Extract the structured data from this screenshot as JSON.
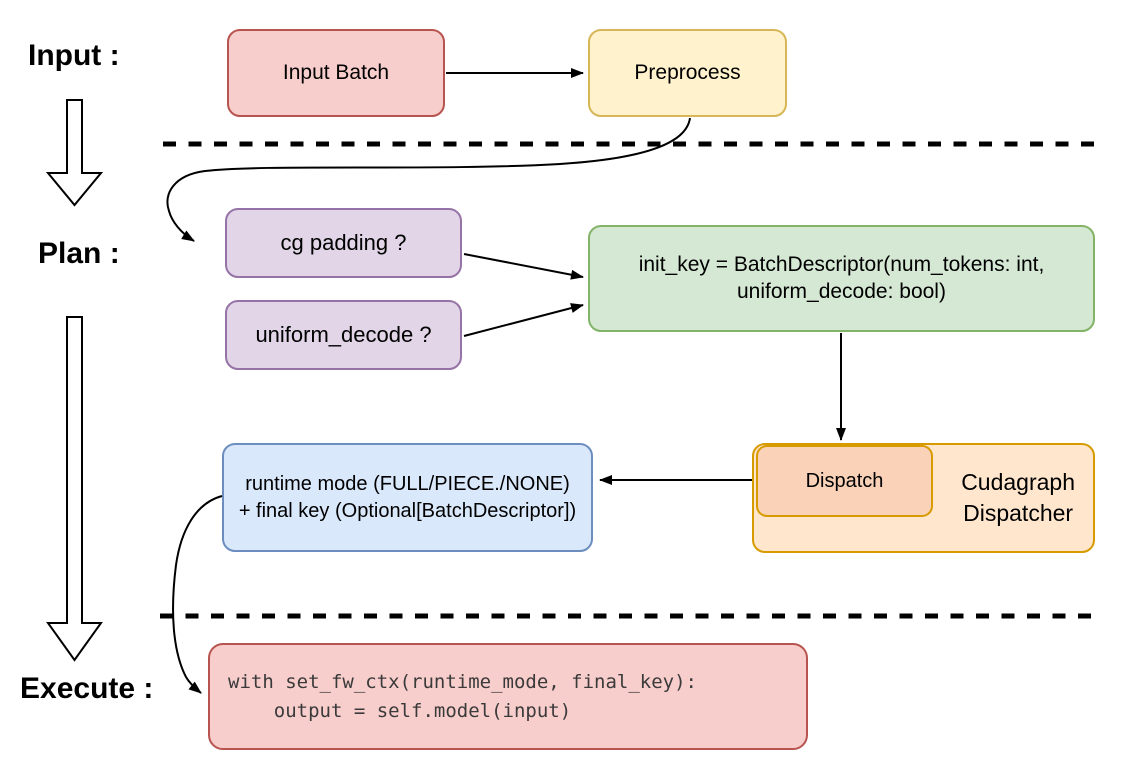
{
  "stage_labels": {
    "input": "Input :",
    "plan": "Plan :",
    "execute": "Execute :"
  },
  "nodes": {
    "input_batch": {
      "label": "Input Batch",
      "fill": "#f8cecc",
      "border": "#b85450"
    },
    "preprocess": {
      "label": "Preprocess",
      "fill": "#fff2cc",
      "border": "#d6b656"
    },
    "cg_padding": {
      "label": "cg padding ?",
      "fill": "#e1d5e7",
      "border": "#9673a6"
    },
    "uniform_decode": {
      "label": "uniform_decode ?",
      "fill": "#e1d5e7",
      "border": "#9673a6"
    },
    "init_key": {
      "label": "init_key = BatchDescriptor(num_tokens: int,\nuniform_decode: bool)",
      "fill": "#d5e8d4",
      "border": "#82b366"
    },
    "cudagraph_dispatcher": {
      "label": "Cudagraph\nDispatcher",
      "fill": "#ffe6cc",
      "border": "#d79b00"
    },
    "dispatch": {
      "label": "Dispatch",
      "fill": "#fad2b8",
      "border": "#d79b00"
    },
    "runtime_mode": {
      "label": "runtime mode (FULL/PIECE./NONE)\n+ final key (Optional[BatchDescriptor])",
      "fill": "#dae8fc",
      "border": "#6c8ebf"
    },
    "execute_code": {
      "label": "with set_fw_ctx(runtime_mode, final_key):\n    output = self.model(input)",
      "fill": "#f8cecc",
      "border": "#b85450"
    }
  },
  "connector_color": "#000000"
}
